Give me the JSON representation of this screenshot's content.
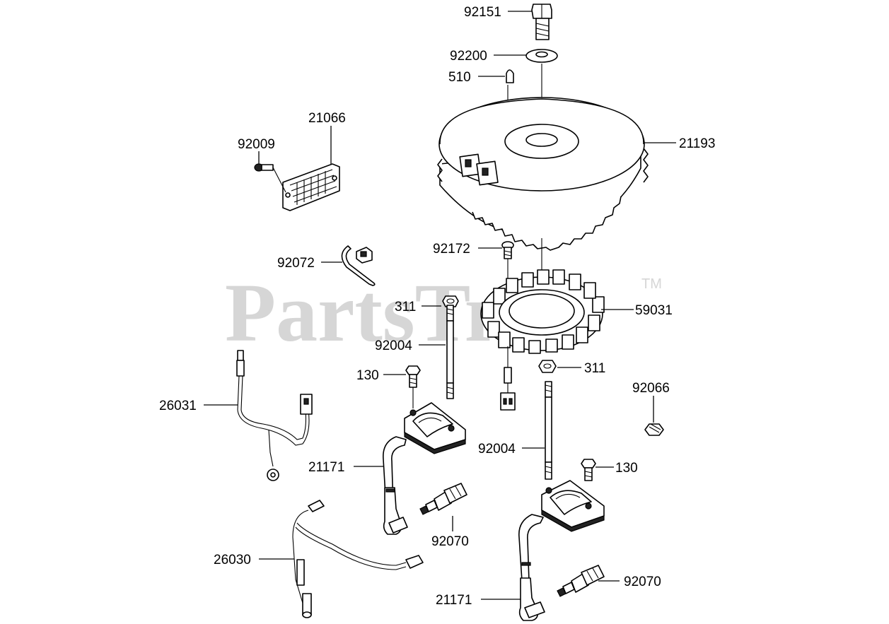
{
  "watermark": {
    "text": "PartsTree",
    "trademark": "TM"
  },
  "callouts": {
    "c92151": "92151",
    "c92200": "92200",
    "c510": "510",
    "c21193": "21193",
    "c21066": "21066",
    "c92009": "92009",
    "c92072": "92072",
    "c92172": "92172",
    "c311a": "311",
    "c59031": "59031",
    "c92004a": "92004",
    "c130a": "130",
    "c311b": "311",
    "c26031": "26031",
    "c92066": "92066",
    "c92004b": "92004",
    "c130b": "130",
    "c21171a": "21171",
    "c92070a": "92070",
    "c26030": "26030",
    "c92070b": "92070",
    "c21171b": "21171"
  }
}
